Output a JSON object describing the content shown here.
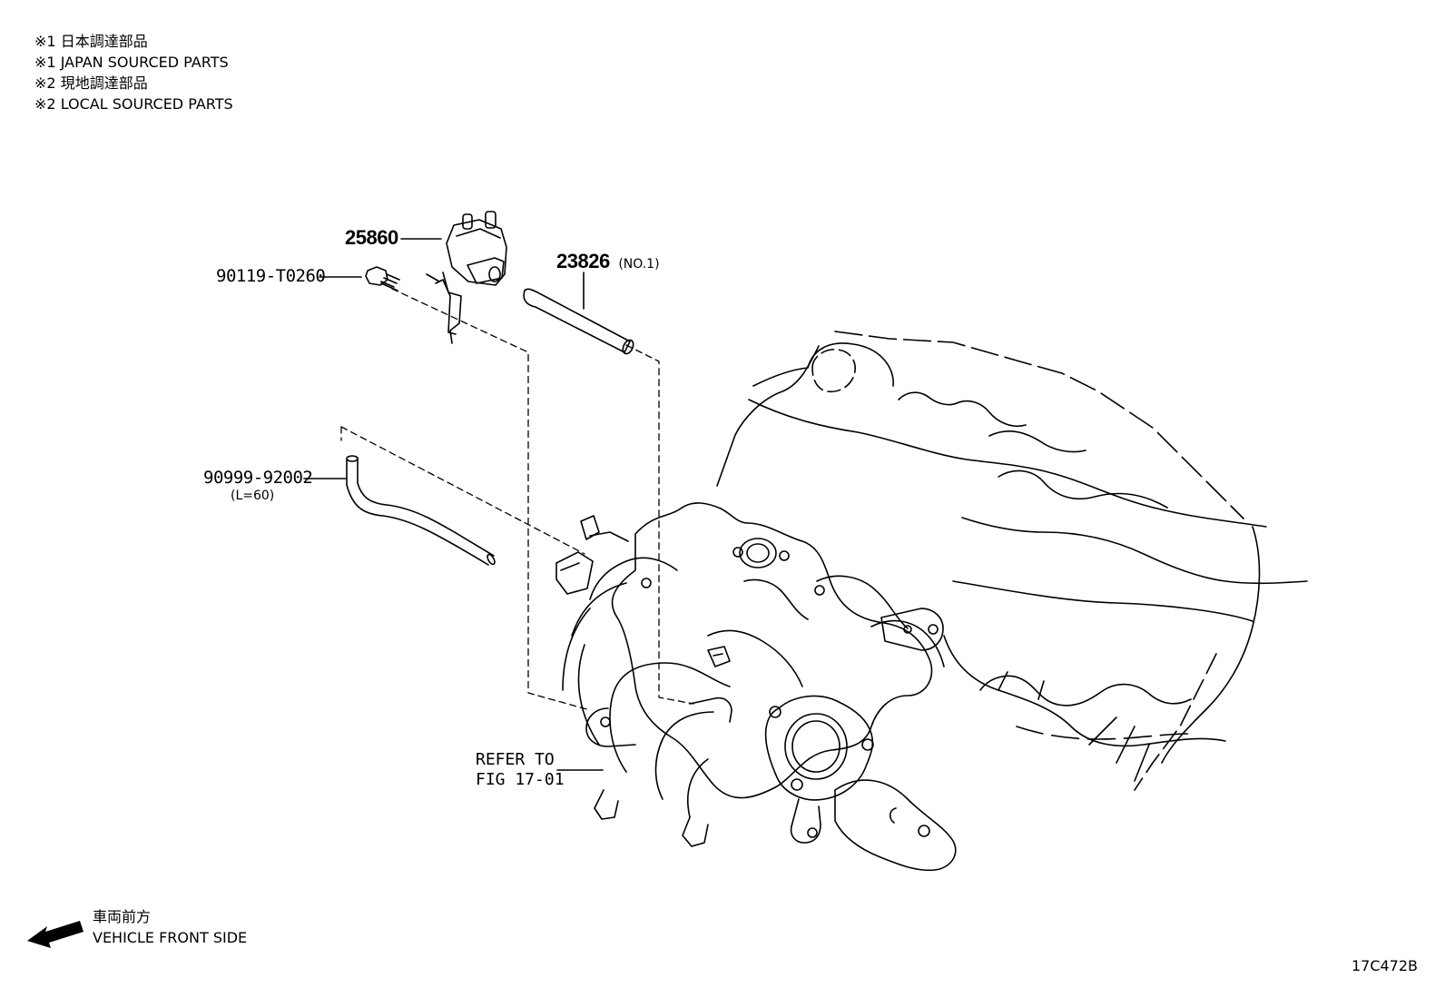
{
  "legend": [
    {
      "mark": "※1",
      "text": "日本調達部品"
    },
    {
      "mark": "※1",
      "text": "JAPAN SOURCED PARTS"
    },
    {
      "mark": "※2",
      "text": "現地調達部品"
    },
    {
      "mark": "※2",
      "text": "LOCAL SOURCED PARTS"
    }
  ],
  "callouts": {
    "part_25860": "25860",
    "part_90119": "90119-T0260",
    "part_23826": "23826",
    "part_23826_note": "(NO.1)",
    "part_90999": "90999-92002",
    "part_90999_note": "(L=60)",
    "refer_line1": "REFER TO",
    "refer_line2": "FIG 17-01"
  },
  "direction": {
    "jp": "車両前方",
    "en": "VEHICLE FRONT SIDE"
  },
  "figure_code": "17C472B"
}
